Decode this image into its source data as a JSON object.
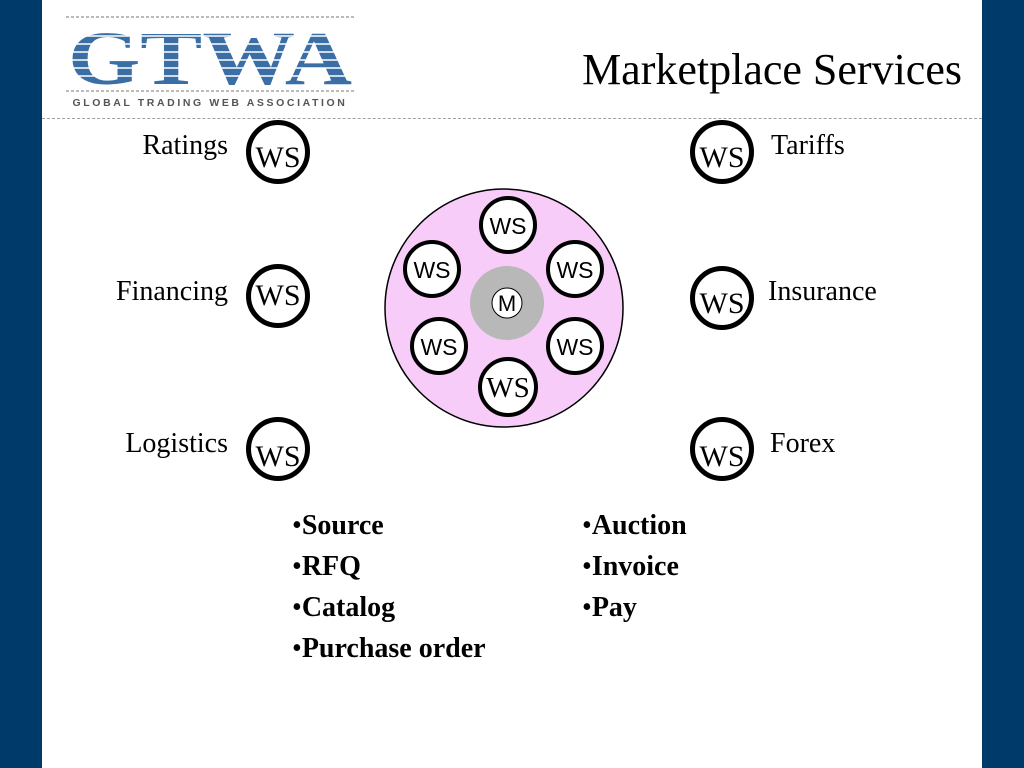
{
  "header": {
    "logo_text": "GTWA",
    "logo_subtitle": "GLOBAL TRADING WEB ASSOCIATION",
    "title": "Marketplace Services"
  },
  "services": {
    "ratings": {
      "label": "Ratings",
      "node": "WS"
    },
    "tariffs": {
      "label": "Tariffs",
      "node": "WS"
    },
    "financing": {
      "label": "Financing",
      "node": "WS"
    },
    "insurance": {
      "label": "Insurance",
      "node": "WS"
    },
    "logistics": {
      "label": "Logistics",
      "node": "WS"
    },
    "forex": {
      "label": "Forex",
      "node": "WS"
    }
  },
  "hub": {
    "center": "M",
    "nodes": [
      "WS",
      "WS",
      "WS",
      "WS",
      "WS",
      "WS"
    ]
  },
  "lists": {
    "left": [
      "Source",
      "RFQ",
      "Catalog",
      "Purchase order"
    ],
    "right": [
      "Auction",
      "Invoice",
      "Pay"
    ]
  },
  "colors": {
    "side_bar": "#003a6b",
    "logo_blue": "#3a6ea5",
    "hub_fill": "#f8ccf8",
    "center_fill": "#b8b8b8"
  }
}
